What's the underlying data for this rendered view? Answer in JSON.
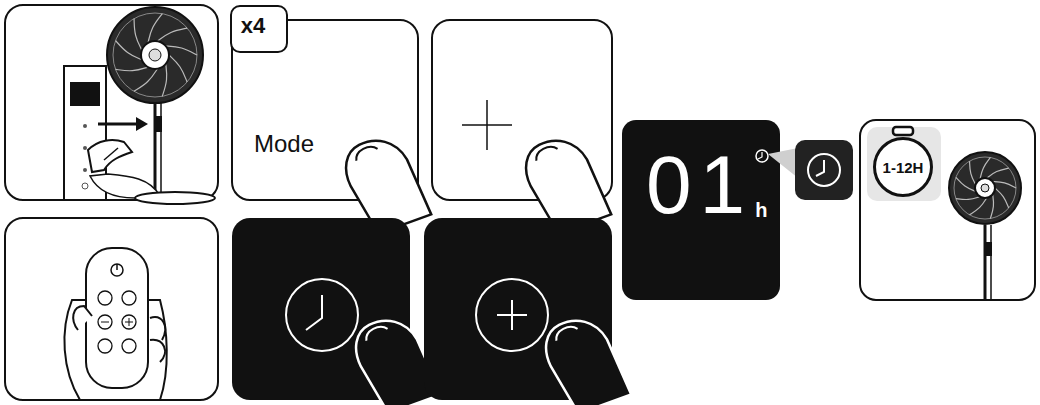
{
  "diagram": {
    "nodes": [
      {
        "text": [
          "Mode"
        ]
      },
      {
        "text": [
          "x4"
        ],
        "in": 0
      },
      {
        "text": [
          "01",
          "h"
        ]
      },
      {
        "text": [
          "1-12H"
        ]
      }
    ]
  }
}
